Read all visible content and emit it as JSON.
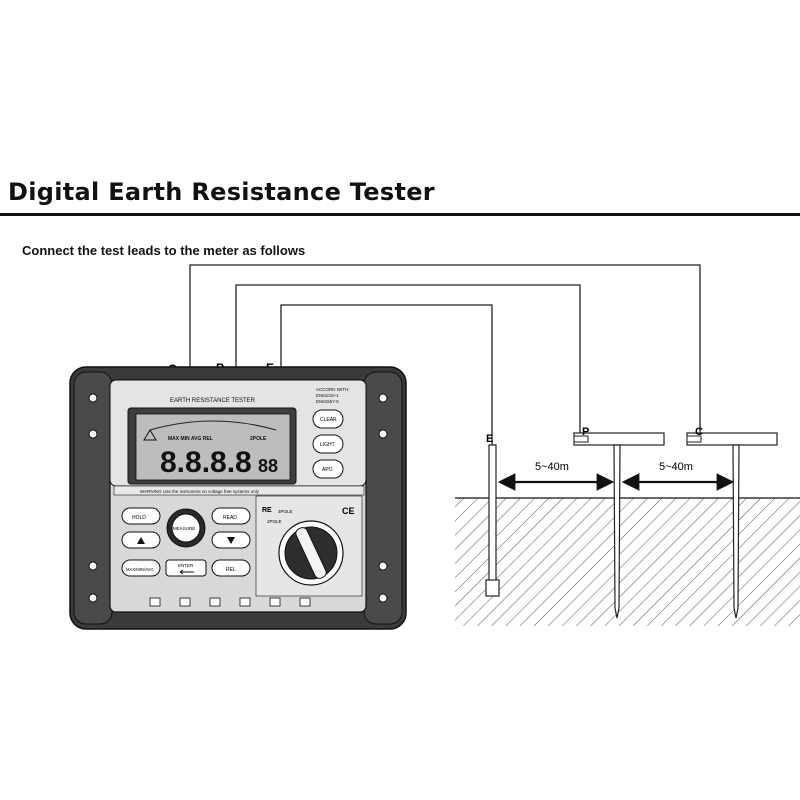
{
  "header": {
    "title": "Digital Earth Resistance Tester",
    "subtitle": "Connect the test leads to the meter as follows"
  },
  "terminals": {
    "c": "C",
    "p": "P",
    "e": "E"
  },
  "meter": {
    "panel_title": "EARTH RESISTANCE TESTER",
    "accord_line1": "ACCORD WITH:",
    "accord_line2": "EN61010-1",
    "accord_line3": "EN61557-5",
    "display_digits": "8.8.8.8",
    "display_small_digits": "88",
    "display_flags": "MAX MIN AVG REL",
    "display_pole": "2POLE",
    "warning": "WARNING Use the instrument on voltage free systems only",
    "buttons": {
      "clear": "CLEAR",
      "light": "LIGHT",
      "apo": "APO",
      "hold": "HOLD",
      "read": "READ",
      "measure": "MEASURE",
      "maxminavg": "MAX/MIN/AVG",
      "enter": "ENTER",
      "rel": "REL"
    },
    "dial": {
      "re": "RE",
      "pole3": "3POLE",
      "pole2": "2POLE",
      "ce": "CE"
    }
  },
  "field": {
    "spike_e": "E",
    "spike_p": "P",
    "spike_c": "C",
    "dist_ep": "5~40m",
    "dist_pc": "5~40m"
  }
}
